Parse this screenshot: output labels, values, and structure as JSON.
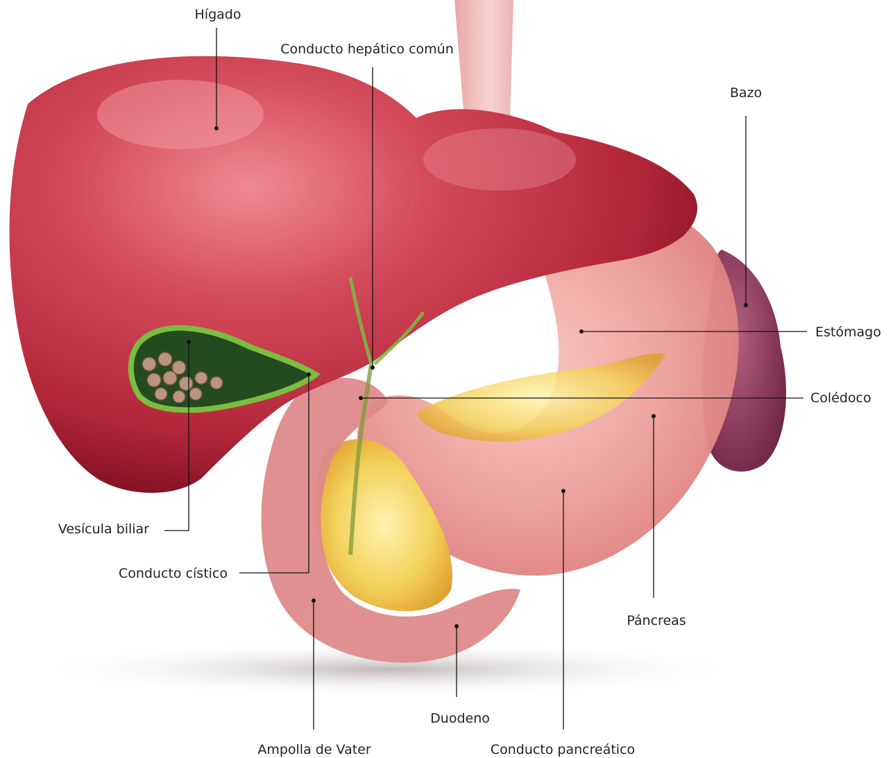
{
  "labels": {
    "higado": "Hígado",
    "conducto_hepatico_comun": "Conducto hepático común",
    "bazo": "Bazo",
    "estomago": "Estómago",
    "coledoco": "Colédoco",
    "vesicula_biliar": "Vesícula biliar",
    "conducto_cistico": "Conducto cístico",
    "pancreas": "Páncreas",
    "duodeno": "Duodeno",
    "ampolla_de_vater": "Ampolla de Vater",
    "conducto_pancreatico": "Conducto pancreático"
  },
  "colors": {
    "liver": "#b8263a",
    "liver_highlight": "#e8707a",
    "liver_dark": "#7a0f1f",
    "stomach": "#e58d8d",
    "stomach_highlight": "#f6c2b8",
    "spleen": "#8e3c5e",
    "gallbladder_wall": "#6fae3a",
    "gallbladder_inner": "#244a20",
    "stones": "#b8957c",
    "pancreas": "#f0c64a",
    "leader_line": "#111111"
  }
}
